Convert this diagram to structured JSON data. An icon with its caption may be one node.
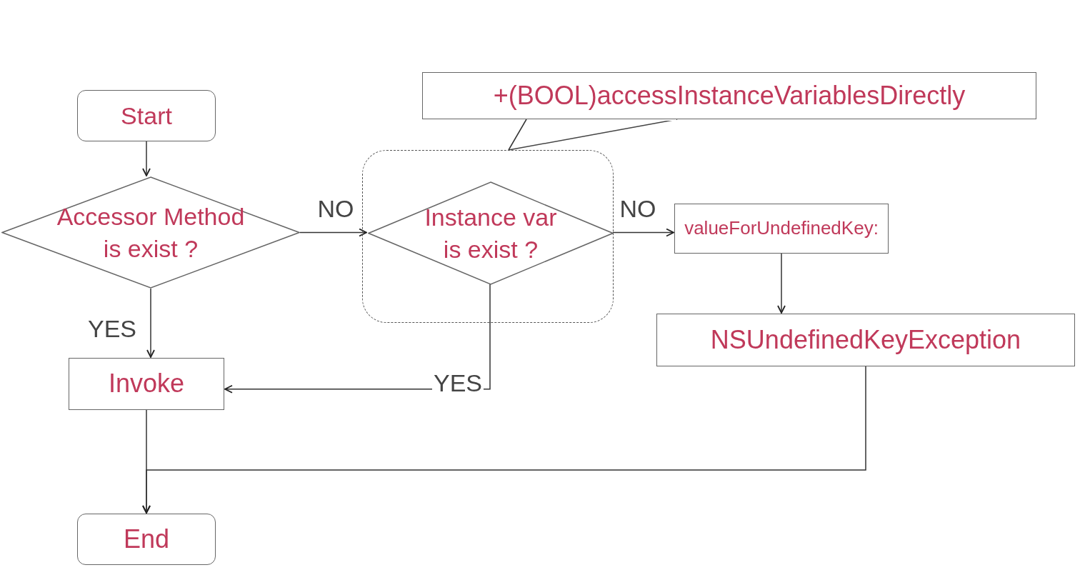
{
  "diagram": {
    "nodes": [
      {
        "text": [
          "Start"
        ]
      },
      {
        "text": [
          "Accessor Method is exist ?"
        ]
      },
      {
        "text": [],
        "shape": "box"
      },
      {
        "text": [
          "Instance var is exist ?"
        ],
        "in": 2
      },
      {
        "text": [
          "valueForUndefinedKey:"
        ]
      },
      {
        "text": [
          "NSUndefinedKeyException"
        ]
      },
      {
        "text": [
          "Invoke"
        ]
      },
      {
        "text": [
          "End"
        ]
      },
      {
        "text": [
          "+(BOOL)accessInstanceVariablesDirectly"
        ]
      }
    ],
    "edges": [
      {
        "from": 0,
        "to": 1,
        "arrow": "to"
      },
      {
        "from": 1,
        "to": 3,
        "arrow": "to",
        "label": "NO"
      },
      {
        "from": 1,
        "to": 6,
        "arrow": "to",
        "label": "YES"
      },
      {
        "from": 3,
        "to": 4,
        "arrow": "to",
        "label": "NO"
      },
      {
        "from": 3,
        "to": 6,
        "arrow": "to",
        "label": "YES"
      },
      {
        "from": 4,
        "to": 5,
        "arrow": "to"
      },
      {
        "from": 6,
        "to": 7,
        "arrow": "to"
      },
      {
        "from": 5,
        "to": 7,
        "arrow": "to"
      },
      {
        "from": 8,
        "to": 2,
        "arrow": "none"
      }
    ]
  }
}
